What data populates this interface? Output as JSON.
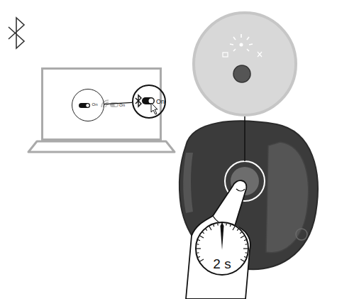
{
  "diagram": {
    "nodes": [
      {
        "text": [
          "On"
        ]
      },
      {
        "text": [
          "On"
        ],
        "in": 0
      },
      {
        "text": [
          "On"
        ]
      },
      {
        "text": [
          "2 s"
        ]
      }
    ],
    "edges": [
      {
        "from": 1,
        "to": 2,
        "arrow": "none"
      }
    ]
  }
}
